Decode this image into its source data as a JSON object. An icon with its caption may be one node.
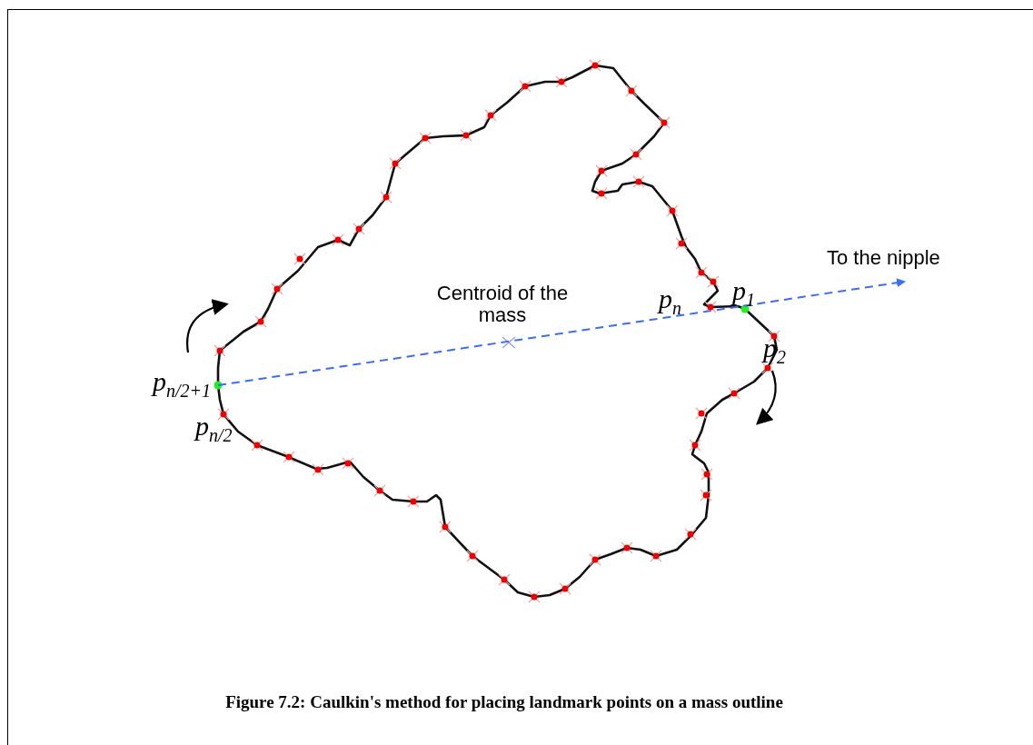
{
  "diagram": {
    "caption": "Figure 7.2: Caulkin's method for placing landmark points on a mass outline",
    "labels": [
      "To the nipple",
      "p$_{1}$",
      "Centroid of the mass",
      "p$_{n}$",
      "p$_{2}$",
      "p$_{n/2+1}$",
      "p$_{n/2}$"
    ]
  }
}
